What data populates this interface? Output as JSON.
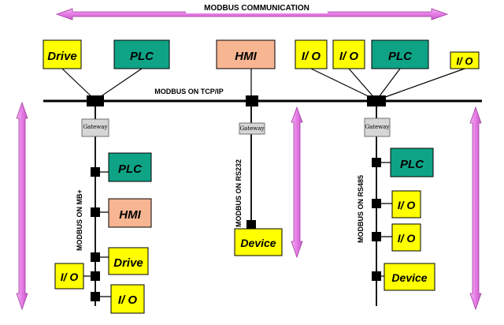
{
  "title": "MODBUS COMMUNICATION",
  "backbone_label": "MODBUS ON TCP/IP",
  "gateway_label": "Gateway",
  "branches": {
    "left": "MODBUS ON MB+",
    "middle": "MODBUS ON RS232",
    "right": "MODBUS ON RS485"
  },
  "top_devices": {
    "drive": "Drive",
    "plc_left": "PLC",
    "hmi": "HMI",
    "io_1": "I/ O",
    "io_2": "I/ O",
    "plc_right": "PLC",
    "io_3": "I/ O"
  },
  "left_branch_devices": {
    "plc": "PLC",
    "hmi": "HMI",
    "drive": "Drive",
    "io_left": "I/ O",
    "io_bottom": "I/ O"
  },
  "middle_branch_devices": {
    "device": "Device"
  },
  "right_branch_devices": {
    "plc": "PLC",
    "io_1": "I/ O",
    "io_2": "I/ O",
    "device": "Device"
  },
  "colors": {
    "yellow": "#ffff00",
    "green": "#0fa386",
    "salmon": "#f7b592",
    "arrow": "#ee88ee",
    "gateway": "#d6d6d6"
  }
}
